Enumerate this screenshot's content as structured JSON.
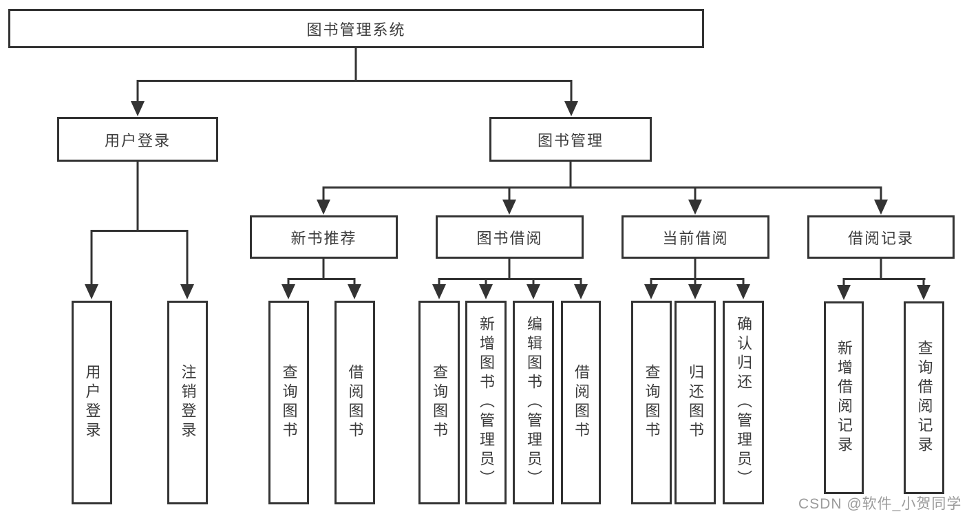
{
  "tree": {
    "root": {
      "label": "图书管理系统"
    },
    "branches": [
      {
        "label": "用户登录",
        "leaves": [
          "用户登录",
          "注销登录"
        ]
      },
      {
        "label": "图书管理",
        "groups": [
          {
            "label": "新书推荐",
            "leaves": [
              "查询图书",
              "借阅图书"
            ]
          },
          {
            "label": "图书借阅",
            "leaves": [
              "查询图书",
              "新增图书（管理员）",
              "编辑图书（管理员）",
              "借阅图书"
            ]
          },
          {
            "label": "当前借阅",
            "leaves": [
              "查询图书",
              "归还图书",
              "确认归还（管理员）"
            ]
          },
          {
            "label": "借阅记录",
            "leaves": [
              "新增借阅记录",
              "查询借阅记录"
            ]
          }
        ]
      }
    ]
  },
  "watermark": "CSDN @软件_小贺同学",
  "colors": {
    "line": "#333333",
    "box_border": "#333333",
    "box_fill": "#ffffff",
    "text": "#3c3c3c",
    "watermark": "#9b9b9b",
    "background": "#ffffff"
  }
}
